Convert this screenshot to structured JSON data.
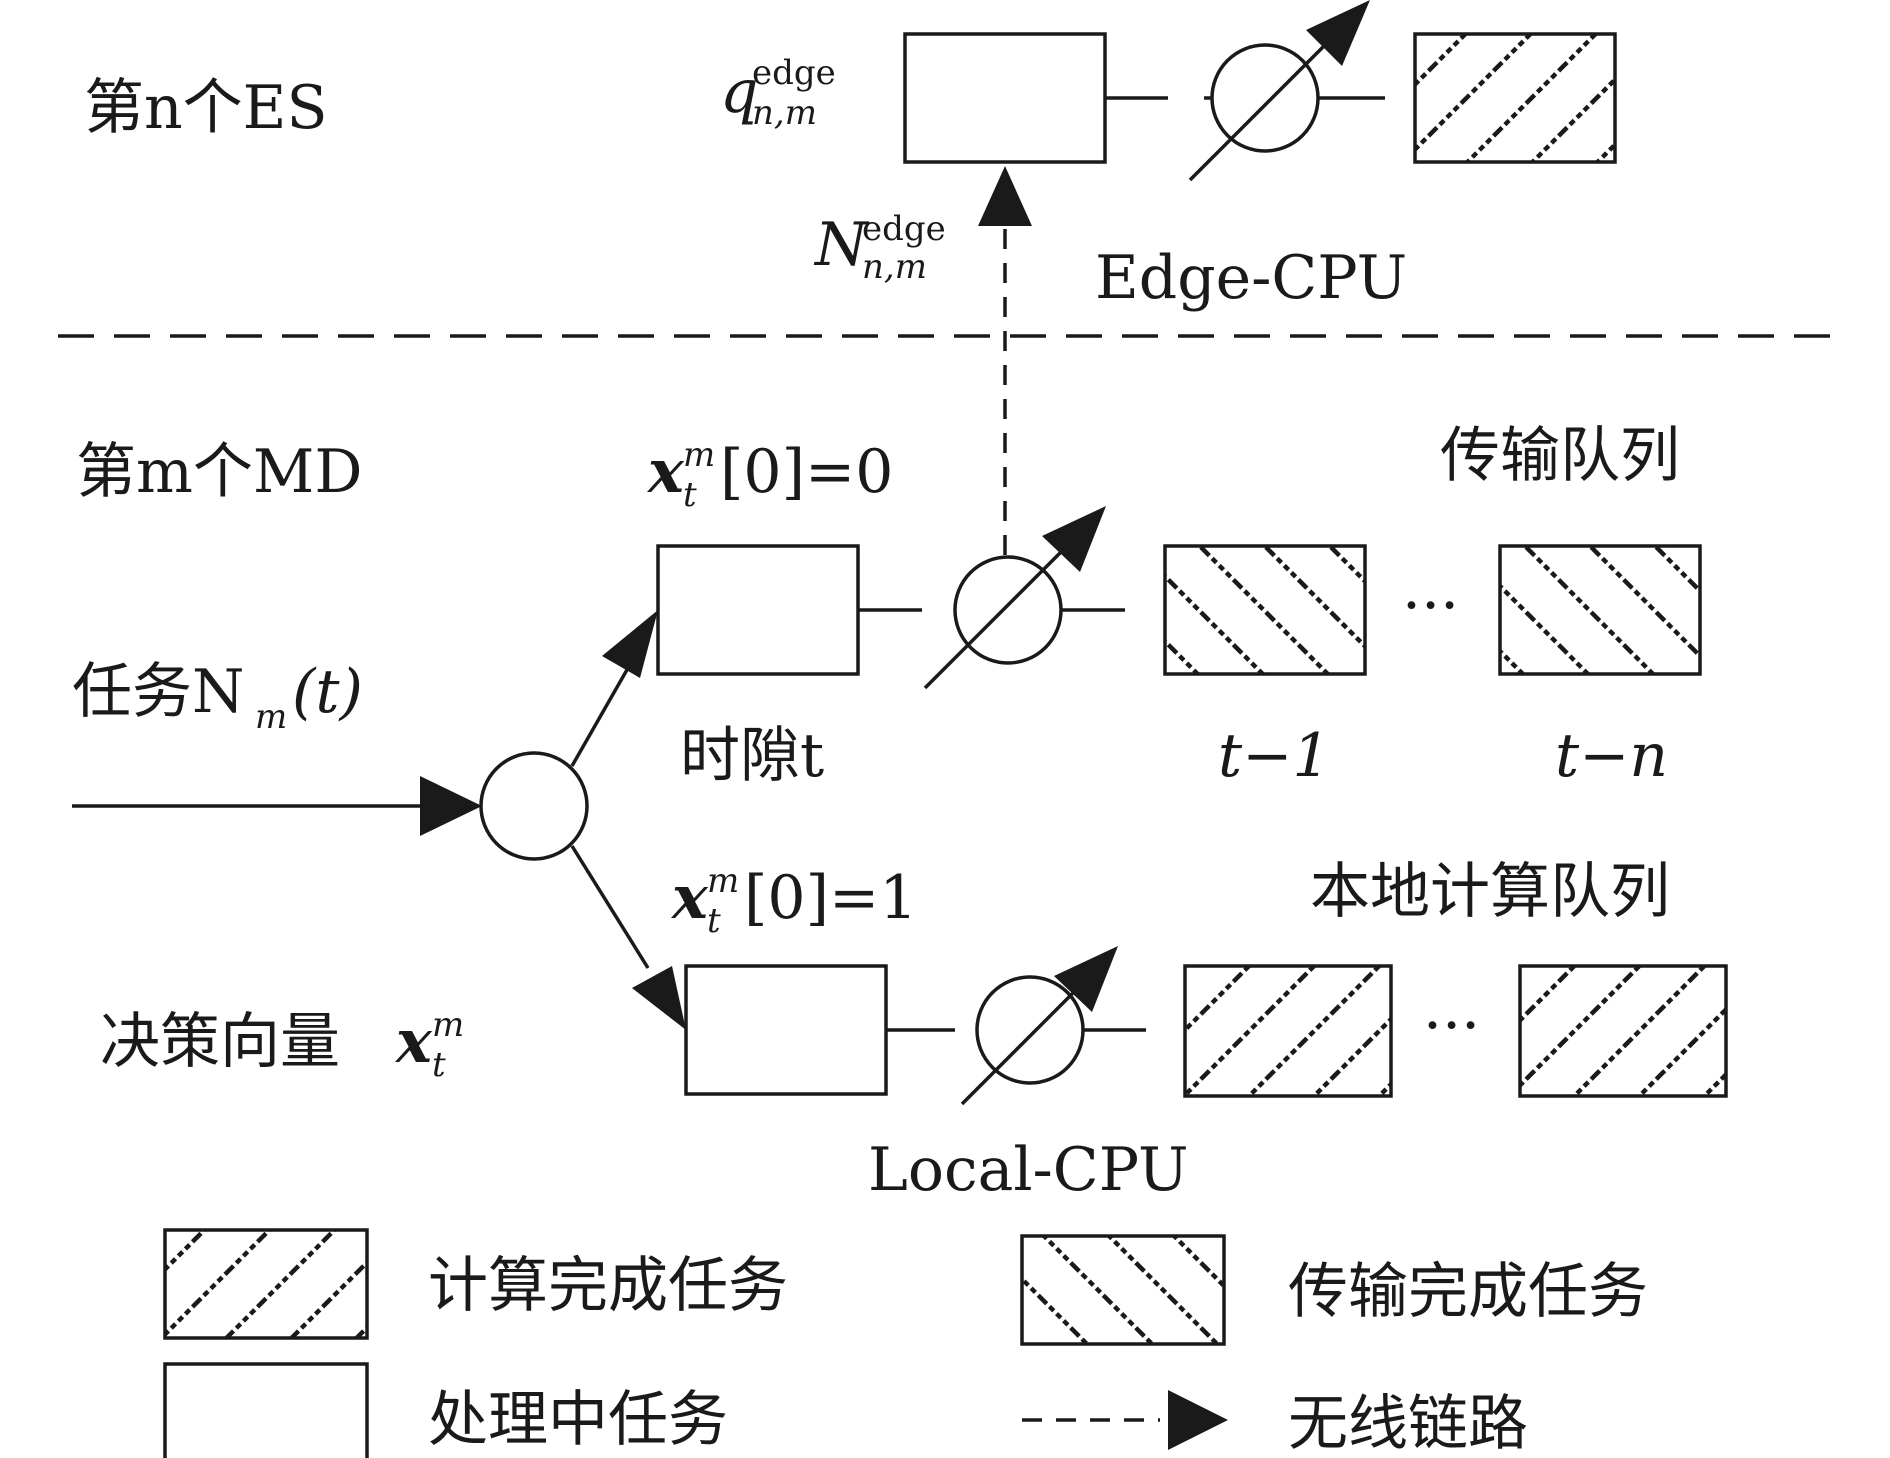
{
  "es_section": {
    "label": "第n个ES"
  },
  "md_section": {
    "label": "第m个MD"
  },
  "edge": {
    "queue_symbol": "q",
    "queue_sup": "edge",
    "queue_sub": "n,m",
    "link_symbol": "N",
    "link_sup": "edge",
    "link_sub": "n,m",
    "cpu_label": "Edge-CPU"
  },
  "task": {
    "label": "任务N",
    "sub": "m",
    "arg": "(t)"
  },
  "decision": {
    "label": "决策向量",
    "symbol": "x",
    "sub": "t",
    "sup": "m"
  },
  "offload_branch": {
    "symbol": "x",
    "sub": "t",
    "sup": "m",
    "eq": "[0]=0",
    "queue_title": "传输队列",
    "slot_label": "时隙t",
    "t_minus_1": "t−1",
    "t_minus_n": "t−n",
    "ellipsis": "···"
  },
  "local_branch": {
    "symbol": "x",
    "sub": "t",
    "sup": "m",
    "eq": "[0]=1",
    "queue_title": "本地计算队列",
    "cpu_label": "Local-CPU",
    "ellipsis": "···"
  },
  "legend": {
    "computed": "计算完成任务",
    "transmitted": "传输完成任务",
    "processing": "处理中任务",
    "wireless": "无线链路"
  }
}
